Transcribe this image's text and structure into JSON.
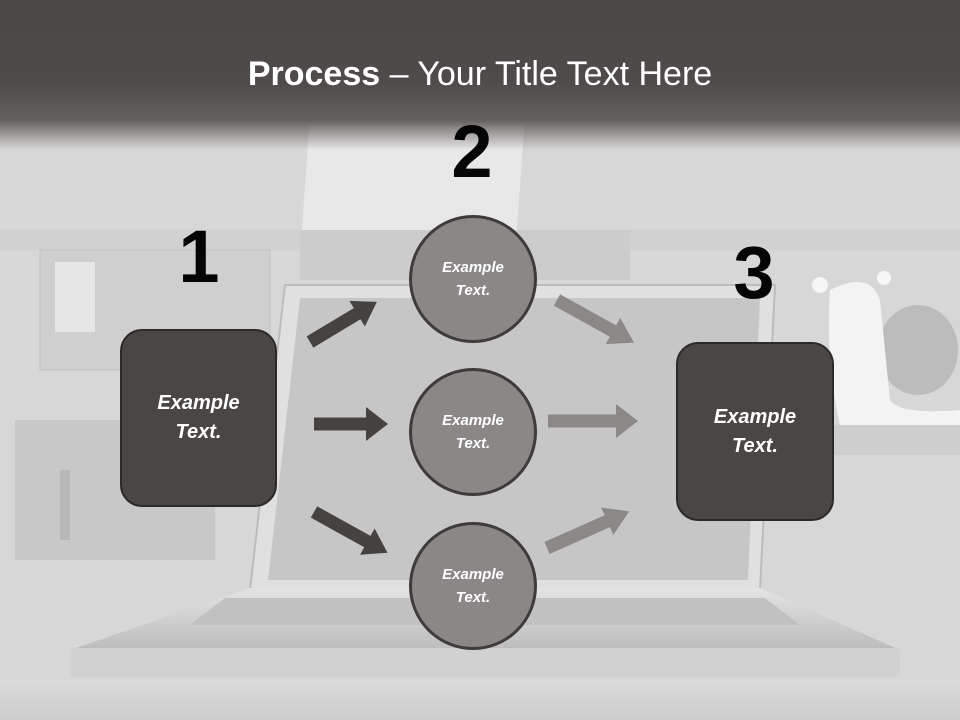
{
  "title": {
    "bold": "Process",
    "rest": " – Your Title Text Here"
  },
  "steps": {
    "one": "1",
    "two": "2",
    "three": "3"
  },
  "boxes": {
    "left": "Example\nText.",
    "right": "Example\nText."
  },
  "circles": {
    "top": "Example\nText.",
    "middle": "Example\nText.",
    "bottom": "Example\nText."
  },
  "colors": {
    "title_band": "#4b4746",
    "box_fill": "#4a4644",
    "circle_fill": "#8a8786",
    "dark_arrow": "#46423f",
    "light_arrow": "#8b8887",
    "number_text": "#050505"
  }
}
